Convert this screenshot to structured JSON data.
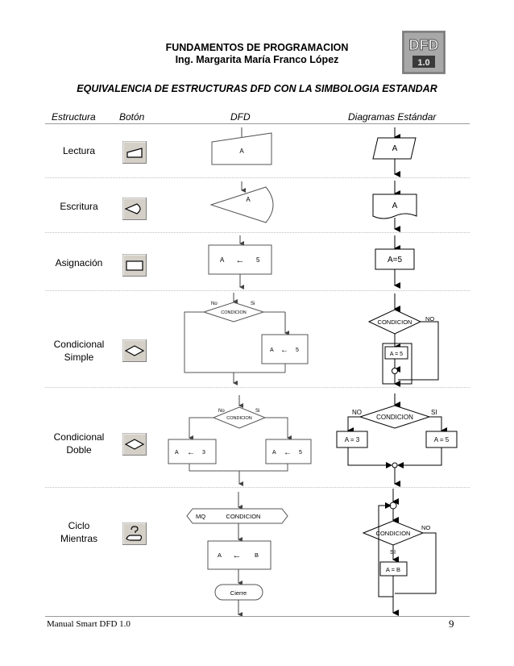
{
  "header": {
    "title": "FUNDAMENTOS DE PROGRAMACION",
    "author": "Ing. Margarita María Franco López",
    "logo_text": "DFD",
    "logo_version": "1.0"
  },
  "subtitle": "EQUIVALENCIA DE ESTRUCTURAS DFD CON LA SIMBOLOGIA ESTANDAR",
  "table": {
    "columns": [
      "Estructura",
      "Botón",
      "DFD",
      "Diagramas Estándar"
    ],
    "rows": {
      "lectura": "Lectura",
      "escritura": "Escritura",
      "asignacion": "Asignación",
      "cond_simple_1": "Condicional",
      "cond_simple_2": "Simple",
      "cond_doble_1": "Condicional",
      "cond_doble_2": "Doble",
      "ciclo_1": "Ciclo",
      "ciclo_2": "Mientras"
    }
  },
  "labels": {
    "a": "A",
    "a_eq_5": "A=5",
    "a_eq_5_sp": "A = 5",
    "a_eq_3_sp": "A = 3",
    "a_eq_b_sp": "A = B",
    "condicion": "CONDICION",
    "no_upper": "NO",
    "si_upper": "SI",
    "no": "No",
    "si": "Si",
    "five": "5",
    "three": "3",
    "b": "B",
    "mq": "MQ",
    "cierre": "Cierre",
    "arrow_left": "←"
  },
  "footer": {
    "manual": "Manual Smart DFD 1.0",
    "page": "9"
  }
}
